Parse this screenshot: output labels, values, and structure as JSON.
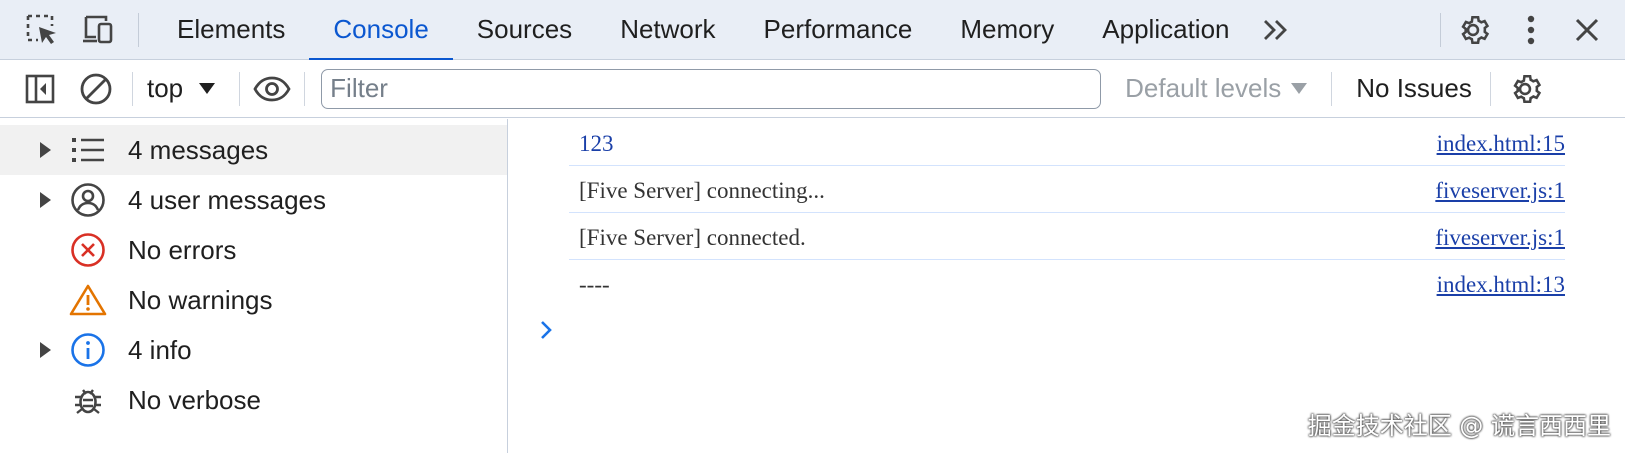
{
  "tabbar": {
    "icons": {
      "inspect": "select-element-icon",
      "device": "device-toggle-icon"
    },
    "tabs": [
      {
        "label": "Elements"
      },
      {
        "label": "Console",
        "active": true
      },
      {
        "label": "Sources"
      },
      {
        "label": "Network"
      },
      {
        "label": "Performance"
      },
      {
        "label": "Memory"
      },
      {
        "label": "Application"
      }
    ],
    "more_label": "»",
    "settings_icon": "gear-icon",
    "menu_icon": "kebab-menu-icon",
    "close_icon": "close-icon"
  },
  "toolbar": {
    "sidebar_toggle_icon": "sidebar-toggle-icon",
    "clear_icon": "clear-console-icon",
    "context": "top",
    "eye_icon": "eye-icon",
    "filter_placeholder": "Filter",
    "levels": "Default levels",
    "issues": "No Issues",
    "settings_icon": "gear-icon"
  },
  "sidebar": {
    "items": [
      {
        "label": "4 messages",
        "icon": "list-icon",
        "expandable": true,
        "selected": true
      },
      {
        "label": "4 user messages",
        "icon": "user-icon",
        "expandable": true
      },
      {
        "label": "No errors",
        "icon": "error-icon"
      },
      {
        "label": "No warnings",
        "icon": "warning-icon"
      },
      {
        "label": "4 info",
        "icon": "info-icon",
        "expandable": true
      },
      {
        "label": "No verbose",
        "icon": "bug-icon"
      }
    ]
  },
  "console": {
    "messages": [
      {
        "text": "123",
        "source": "index.html:15"
      },
      {
        "text": "[Five Server] connecting...",
        "source": "fiveserver.js:1"
      },
      {
        "text": "[Five Server] connected.",
        "source": "fiveserver.js:1"
      },
      {
        "text": "----",
        "source": "index.html:13"
      }
    ],
    "prompt_icon": "chevron-right-icon"
  },
  "colors": {
    "accent": "#0b57d0",
    "tabbar_bg": "#e9eef6",
    "error": "#d93025",
    "warning": "#e37400",
    "info": "#1a73e8"
  },
  "watermark": "掘金技术社区 @ 谎言西西里"
}
